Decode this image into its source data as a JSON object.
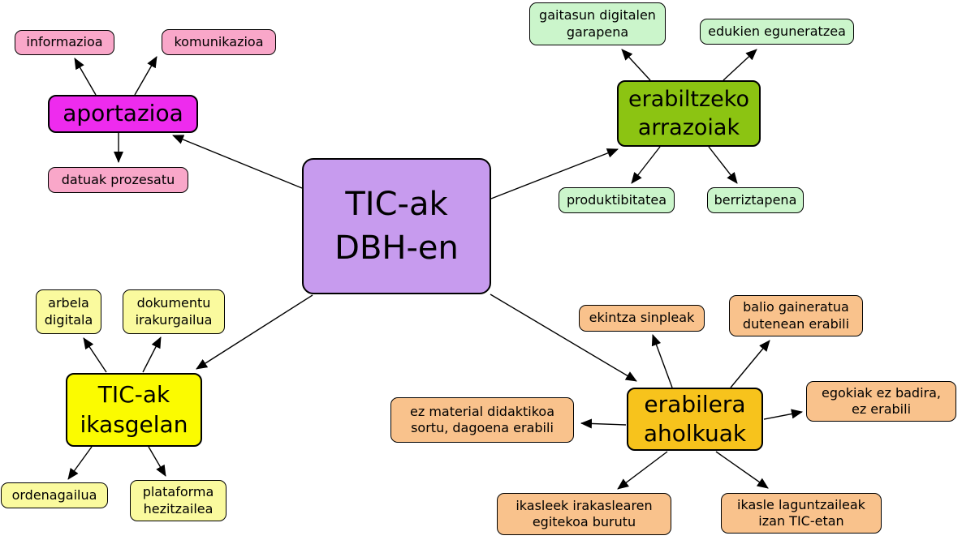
{
  "title": "TIC-ak DBH-en",
  "palette": {
    "central": "#C79BEE",
    "branch1_main": "#EE2BEE",
    "branch1_child": "#F9A7C9",
    "branch2_main": "#8CC412",
    "branch2_child": "#CBF5CB",
    "branch3_main": "#FBFB00",
    "branch3_child": "#FAFA9E",
    "branch4_main": "#F7C31C",
    "branch4_child": "#F9C28C",
    "line": "#000000",
    "background": "#FFFFFF"
  },
  "nodes": [
    {
      "id": "central",
      "label": "TIC-ak\nDBH-en"
    },
    {
      "id": "aportazioa",
      "label": "aportazioa"
    },
    {
      "id": "informazioa",
      "label": "informazioa"
    },
    {
      "id": "komunikazioa",
      "label": "komunikazioa"
    },
    {
      "id": "datuak",
      "label": "datuak prozesatu"
    },
    {
      "id": "arrazoiak",
      "label": "erabiltzeko\narrazoiak"
    },
    {
      "id": "gaitasun",
      "label": "gaitasun digitalen\ngarapena"
    },
    {
      "id": "edukien",
      "label": "edukien eguneratzea"
    },
    {
      "id": "produktibitatea",
      "label": "produktibitatea"
    },
    {
      "id": "berriztapena",
      "label": "berriztapena"
    },
    {
      "id": "ikasgelan",
      "label": "TIC-ak\nikasgelan"
    },
    {
      "id": "arbela",
      "label": "arbela\ndigitala"
    },
    {
      "id": "dokumentu",
      "label": "dokumentu\nirakurgailua"
    },
    {
      "id": "ordenagailua",
      "label": "ordenagailua"
    },
    {
      "id": "plataforma",
      "label": "plataforma\nhezitzailea"
    },
    {
      "id": "aholkuak",
      "label": "erabilera\naholkuak"
    },
    {
      "id": "ekintza",
      "label": "ekintza sinpleak"
    },
    {
      "id": "balio",
      "label": "balio gaineratua\ndutenean erabili"
    },
    {
      "id": "egokiak",
      "label": "egokiak ez badira,\nez erabili"
    },
    {
      "id": "ezmaterial",
      "label": "ez material didaktikoa\nsortu, dagoena erabili"
    },
    {
      "id": "ikasleek",
      "label": "ikasleek irakaslearen\negitekoa burutu"
    },
    {
      "id": "laguntzaileak",
      "label": "ikasle laguntzaileak\nizan TIC-etan"
    }
  ],
  "edges": [
    {
      "from": "central",
      "to": "aportazioa"
    },
    {
      "from": "central",
      "to": "arrazoiak"
    },
    {
      "from": "central",
      "to": "ikasgelan"
    },
    {
      "from": "central",
      "to": "aholkuak"
    },
    {
      "from": "aportazioa",
      "to": "informazioa"
    },
    {
      "from": "aportazioa",
      "to": "komunikazioa"
    },
    {
      "from": "aportazioa",
      "to": "datuak"
    },
    {
      "from": "arrazoiak",
      "to": "gaitasun"
    },
    {
      "from": "arrazoiak",
      "to": "edukien"
    },
    {
      "from": "arrazoiak",
      "to": "produktibitatea"
    },
    {
      "from": "arrazoiak",
      "to": "berriztapena"
    },
    {
      "from": "ikasgelan",
      "to": "arbela"
    },
    {
      "from": "ikasgelan",
      "to": "dokumentu"
    },
    {
      "from": "ikasgelan",
      "to": "ordenagailua"
    },
    {
      "from": "ikasgelan",
      "to": "plataforma"
    },
    {
      "from": "aholkuak",
      "to": "ekintza"
    },
    {
      "from": "aholkuak",
      "to": "balio"
    },
    {
      "from": "aholkuak",
      "to": "egokiak"
    },
    {
      "from": "aholkuak",
      "to": "ezmaterial"
    },
    {
      "from": "aholkuak",
      "to": "ikasleek"
    },
    {
      "from": "aholkuak",
      "to": "laguntzaileak"
    }
  ]
}
